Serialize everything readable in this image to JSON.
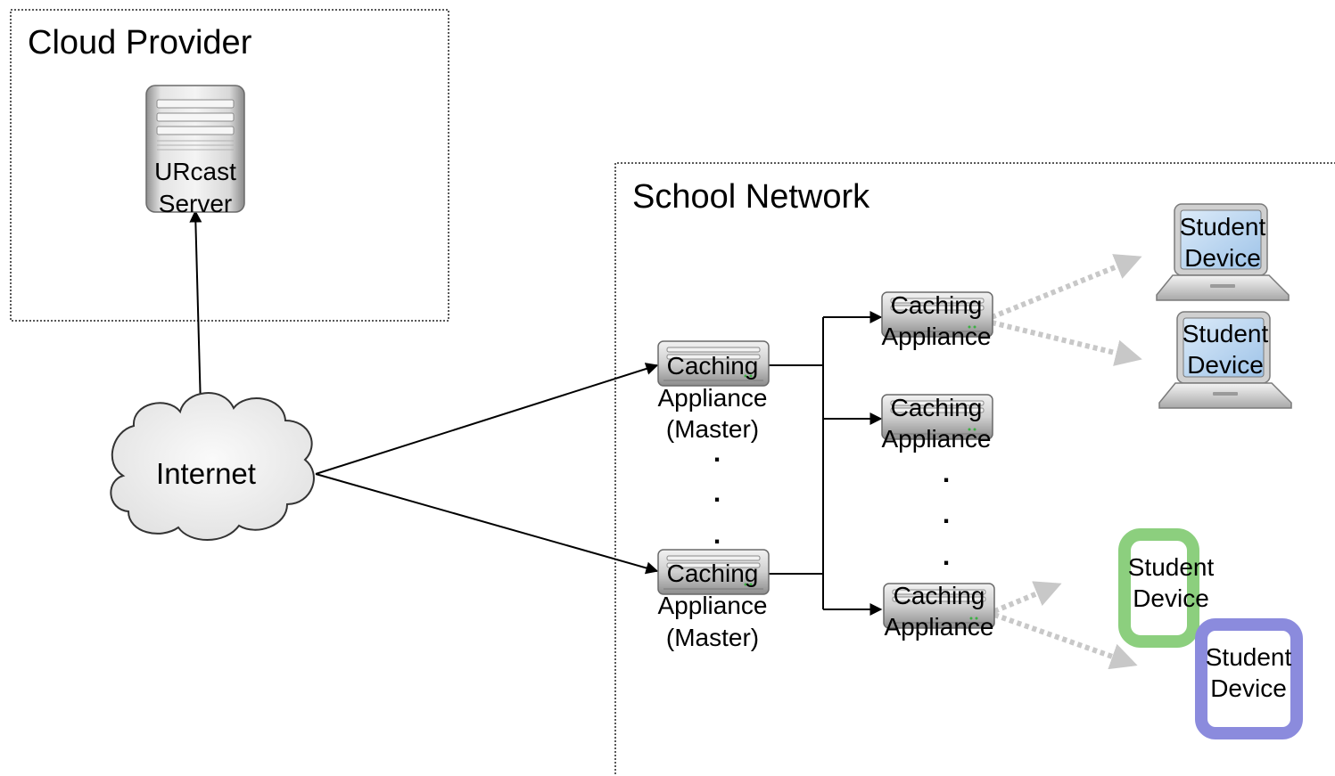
{
  "regions": {
    "cloud_provider": "Cloud Provider",
    "school_network": "School Network"
  },
  "nodes": {
    "urcast_server": {
      "line1": "URcast",
      "line2": "Server"
    },
    "internet": "Internet",
    "master_1": {
      "line1": "Caching",
      "line2": "Appliance",
      "line3": "(Master)"
    },
    "master_2": {
      "line1": "Caching",
      "line2": "Appliance",
      "line3": "(Master)"
    },
    "caching_1": {
      "line1": "Caching",
      "line2": "Appliance"
    },
    "caching_2": {
      "line1": "Caching",
      "line2": "Appliance"
    },
    "caching_3": {
      "line1": "Caching",
      "line2": "Appliance"
    },
    "laptop_1": {
      "line1": "Student",
      "line2": "Device"
    },
    "laptop_2": {
      "line1": "Student",
      "line2": "Device"
    },
    "tablet_green": {
      "line1": "Student",
      "line2": "Device"
    },
    "tablet_blue": {
      "line1": "Student",
      "line2": "Device"
    }
  },
  "ellipsis_dot": ".",
  "colors": {
    "connector": "#000000",
    "wireless_link": "#c8c8c8",
    "tablet_green": "#8ccf7e",
    "tablet_blue": "#8b8bdd",
    "laptop_screen": "#b9d7f2"
  },
  "icons": {
    "server": "server-tower-icon",
    "cloud": "cloud-icon",
    "appliance": "rack-server-icon",
    "laptop": "laptop-icon",
    "tablet": "tablet-icon"
  }
}
